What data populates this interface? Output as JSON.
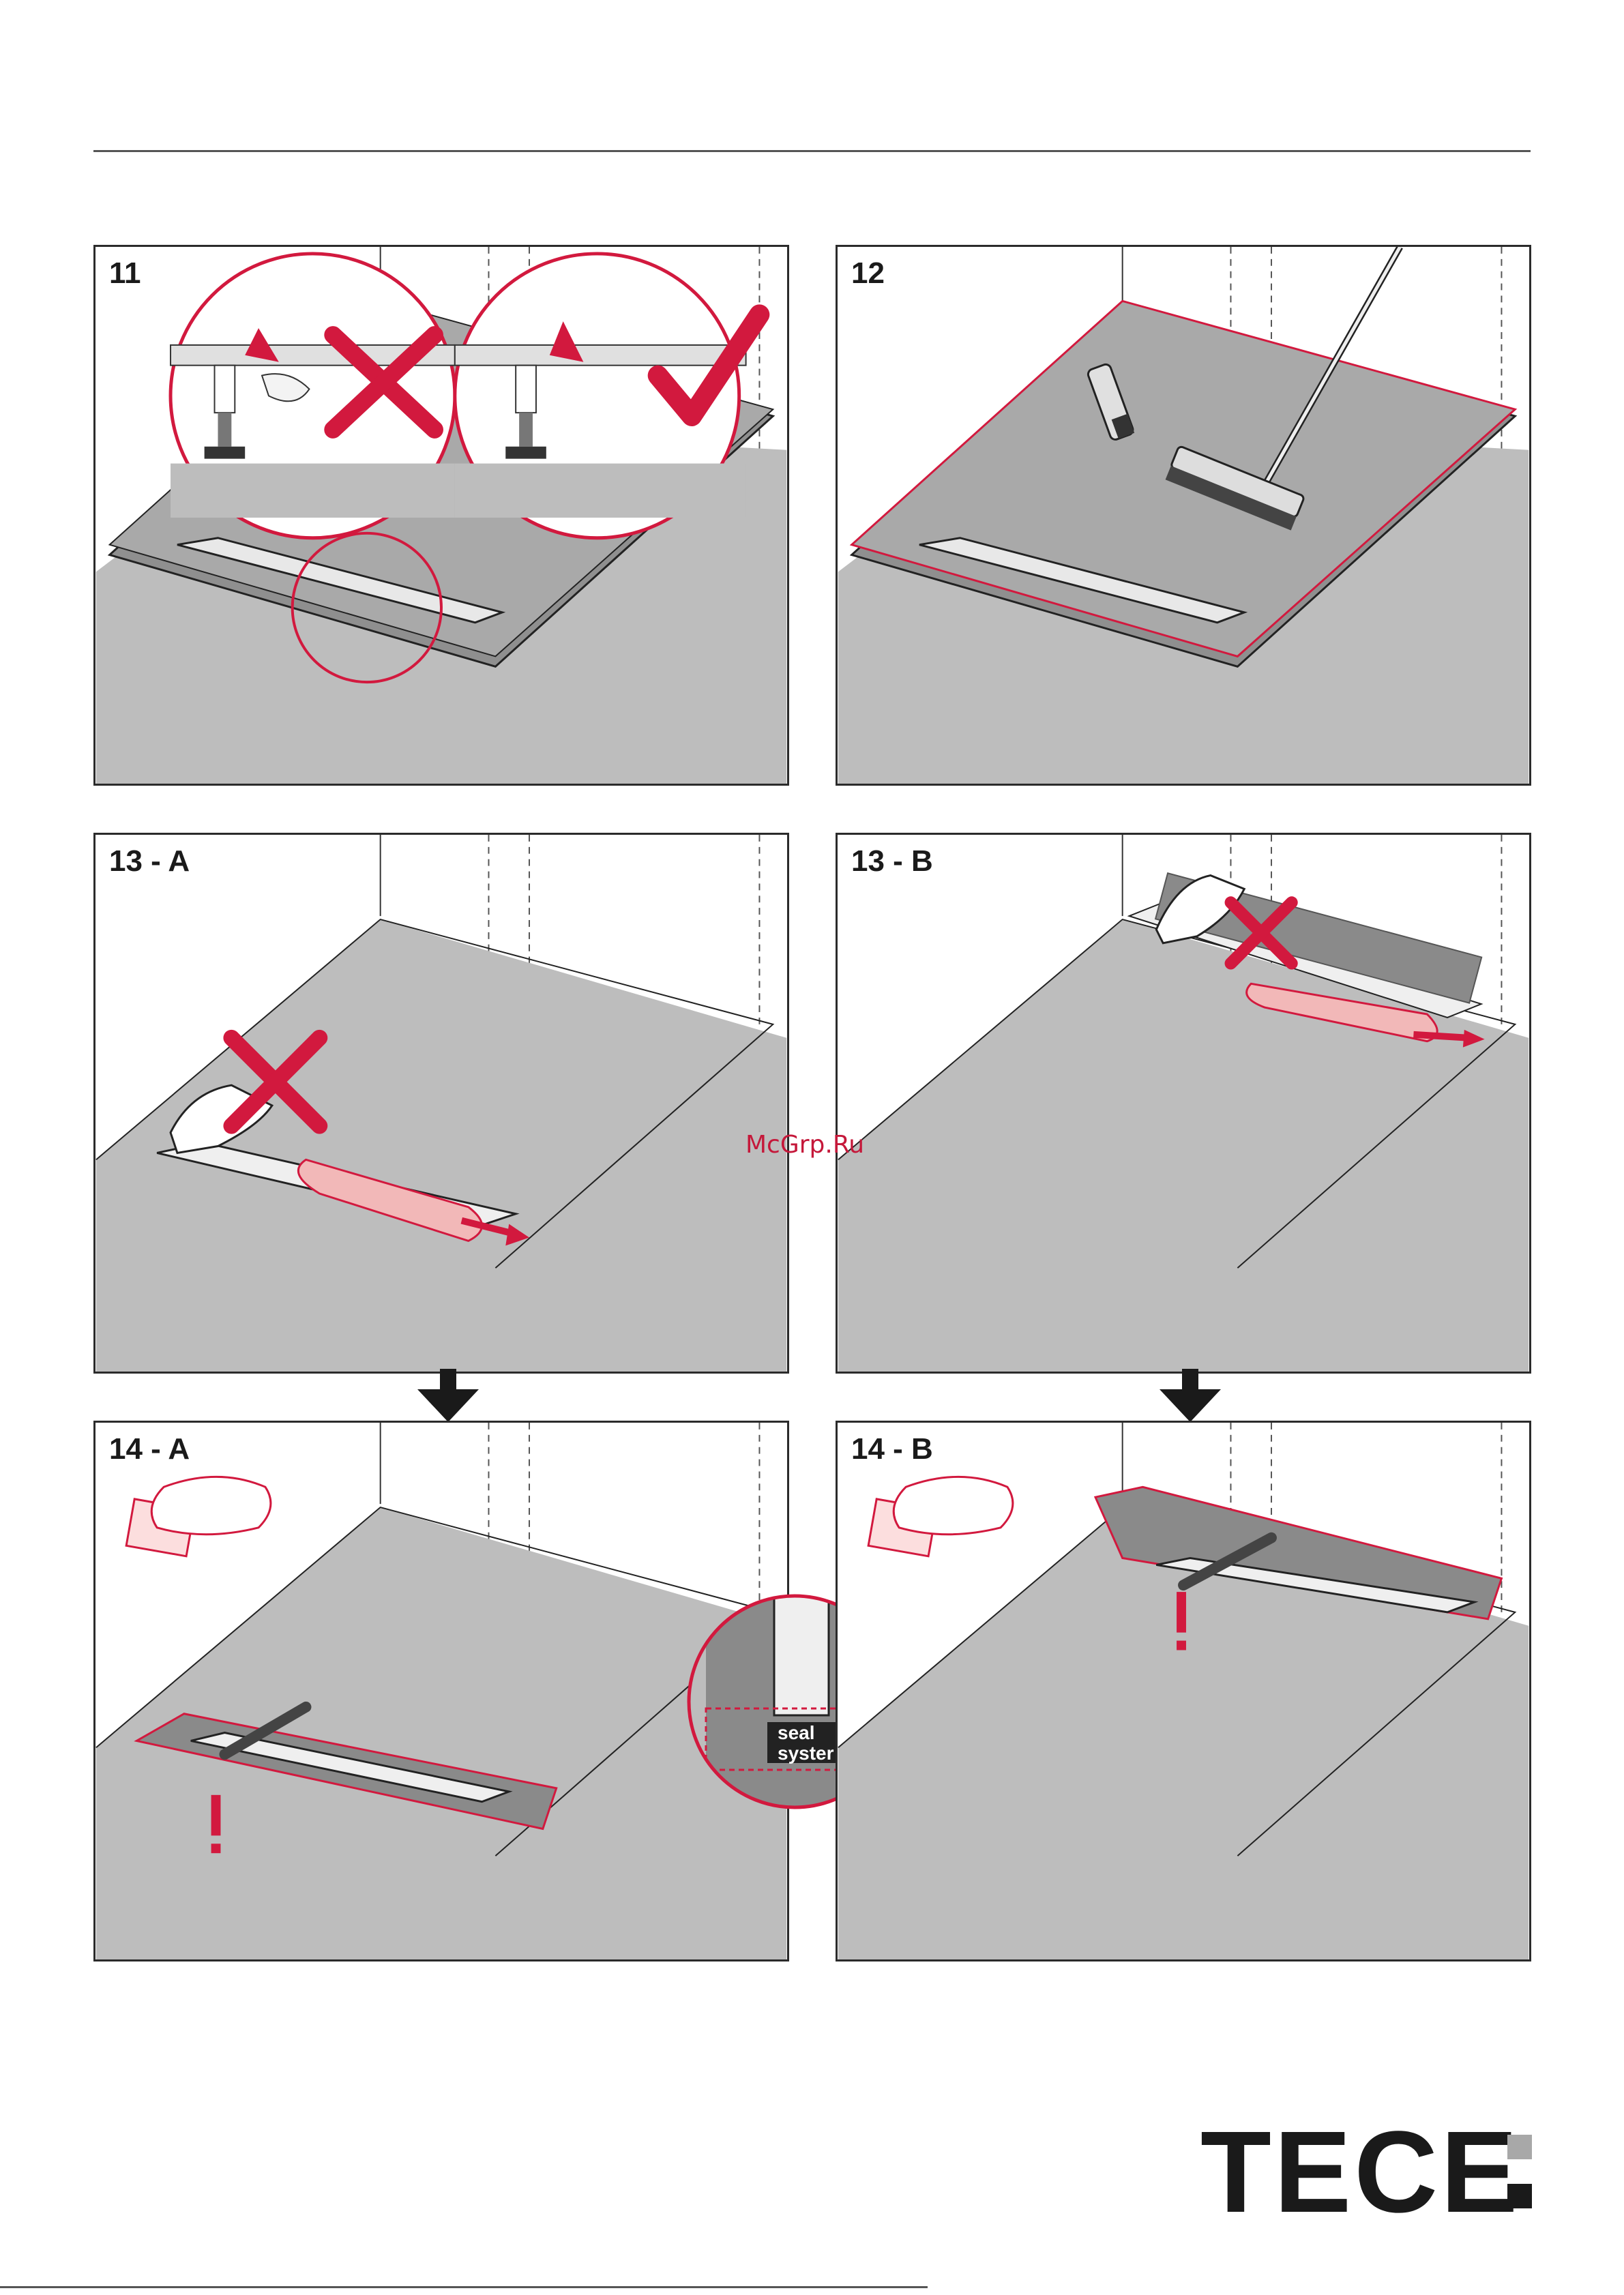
{
  "steps": [
    {
      "label": "11"
    },
    {
      "label": "12"
    },
    {
      "label": "13 - A"
    },
    {
      "label": "13 - B"
    },
    {
      "label": "14 - A"
    },
    {
      "label": "14 - B"
    }
  ],
  "watermark": "McGrp.Ru",
  "logo": "TECE",
  "tape_text": {
    "line1": "seal",
    "line2": "system",
    "line2_cut": "syster"
  },
  "colors": {
    "accent_red": "#d2193e",
    "floor_gray": "#bdbdbd",
    "membrane_gray": "#a9a9a9",
    "tape_pink": "#f2b8b8",
    "line_dark": "#2b2b2b"
  },
  "icons": [
    "cross-mark-icon",
    "check-mark-icon",
    "arrow-down-icon",
    "exclamation-icon",
    "cutter-knife-icon",
    "broom-icon",
    "hand-icon",
    "tape-roll-icon"
  ]
}
